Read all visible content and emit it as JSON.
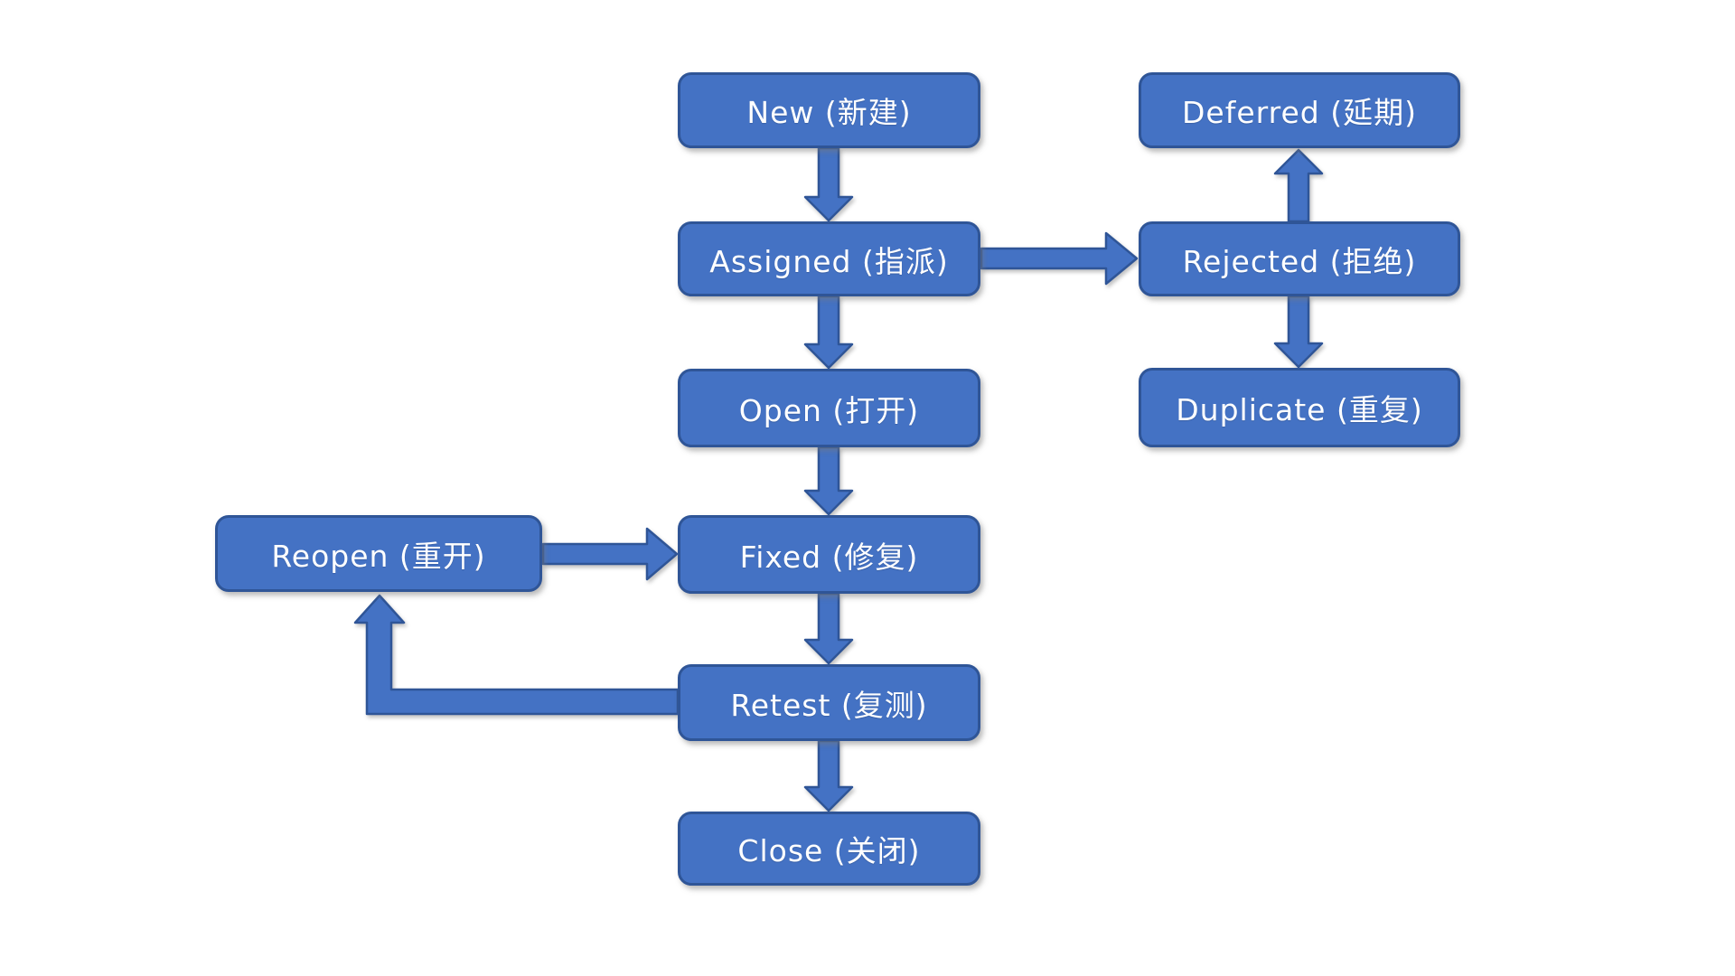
{
  "diagram": {
    "description": "Bug lifecycle state flowchart",
    "colors": {
      "node_fill": "#4472C4",
      "node_border": "#2F5597",
      "node_text": "#FFFFFF",
      "background": "#FFFFFF"
    },
    "nodes": [
      {
        "id": "new",
        "label": "New (新建)"
      },
      {
        "id": "deferred",
        "label": "Deferred (延期)"
      },
      {
        "id": "assigned",
        "label": "Assigned (指派)"
      },
      {
        "id": "rejected",
        "label": "Rejected (拒绝)"
      },
      {
        "id": "open",
        "label": "Open (打开)"
      },
      {
        "id": "duplicate",
        "label": "Duplicate (重复)"
      },
      {
        "id": "reopen",
        "label": "Reopen (重开)"
      },
      {
        "id": "fixed",
        "label": "Fixed (修复)"
      },
      {
        "id": "retest",
        "label": "Retest (复测)"
      },
      {
        "id": "close",
        "label": "Close (关闭)"
      }
    ],
    "edges": [
      {
        "from": "new",
        "to": "assigned",
        "direction": "down"
      },
      {
        "from": "assigned",
        "to": "rejected",
        "direction": "right"
      },
      {
        "from": "rejected",
        "to": "deferred",
        "direction": "up"
      },
      {
        "from": "rejected",
        "to": "duplicate",
        "direction": "down"
      },
      {
        "from": "assigned",
        "to": "open",
        "direction": "down"
      },
      {
        "from": "open",
        "to": "fixed",
        "direction": "down"
      },
      {
        "from": "reopen",
        "to": "fixed",
        "direction": "right"
      },
      {
        "from": "fixed",
        "to": "retest",
        "direction": "down"
      },
      {
        "from": "retest",
        "to": "reopen",
        "direction": "left-then-up"
      },
      {
        "from": "retest",
        "to": "close",
        "direction": "down"
      }
    ]
  }
}
